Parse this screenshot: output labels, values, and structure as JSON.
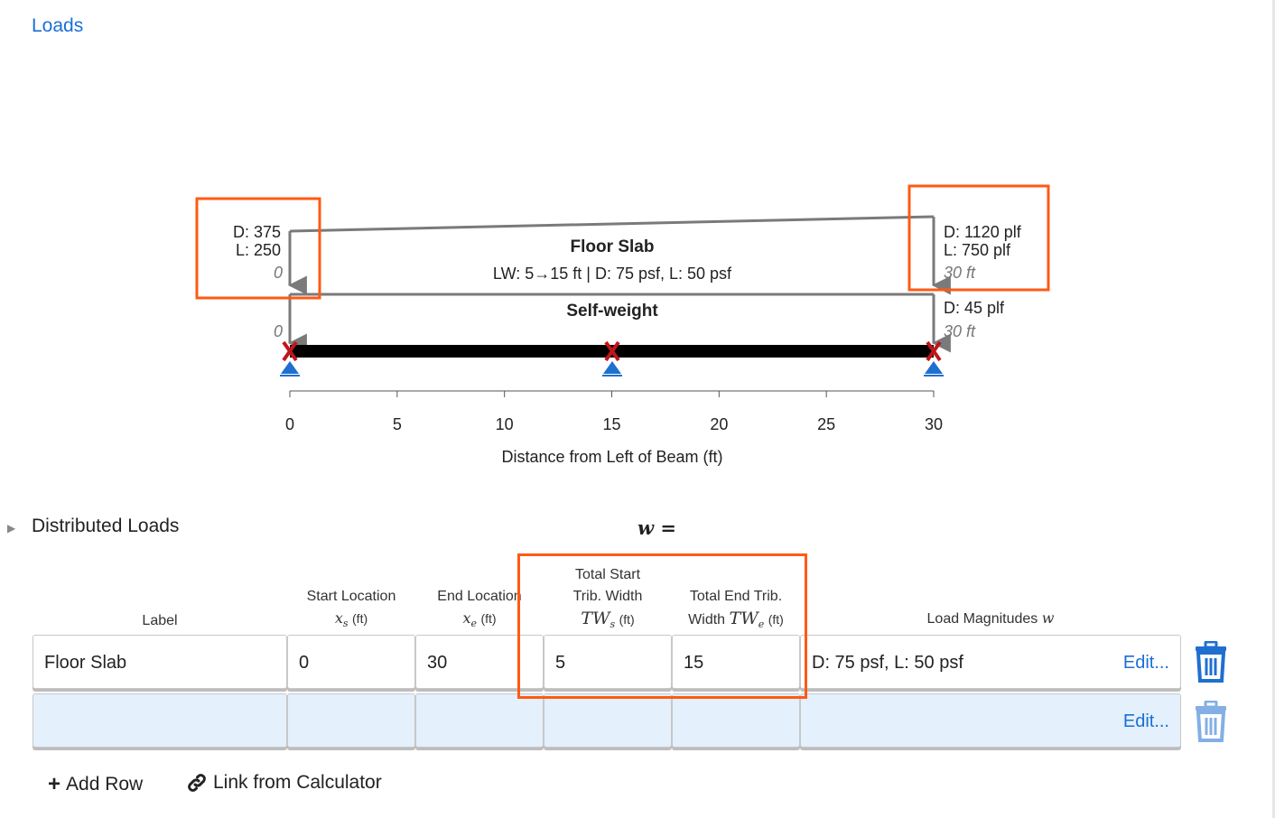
{
  "header": {
    "loads_link": "Loads"
  },
  "diagram": {
    "floor_slab": {
      "label": "Floor Slab",
      "desc": "LW: 5→15 ft | D: 75 psf, L: 50 psf",
      "left_d": "D: 375",
      "left_l": "L: 250",
      "left_pos": "0",
      "right_d": "D: 1120 plf",
      "right_l": "L: 750 plf",
      "right_pos": "30 ft"
    },
    "self_weight": {
      "label": "Self-weight",
      "left_pos": "0",
      "right_d": "D: 45 plf",
      "right_pos": "30 ft"
    },
    "axis": {
      "ticks": [
        "0",
        "5",
        "10",
        "15",
        "20",
        "25",
        "30"
      ],
      "label": "Distance from Left of Beam (ft)"
    },
    "colors": {
      "highlight": "#ff5a14",
      "support": "#1f6fd0",
      "support_x": "#c0161b",
      "beam": "#000000",
      "load": "#7a7a7a"
    }
  },
  "section": {
    "title": "Distributed Loads",
    "w_equals": "w ="
  },
  "table": {
    "headers": {
      "label": "Label",
      "start_loc": "Start Location",
      "start_var": "x",
      "start_sub": "s",
      "start_unit": "(ft)",
      "end_loc": "End Location",
      "end_var": "x",
      "end_sub": "e",
      "end_unit": "(ft)",
      "tw_start_1": "Total Start",
      "tw_start_2": "Trib. Width",
      "tw_start_var": "TW",
      "tw_start_sub": "s",
      "tw_start_unit": "(ft)",
      "tw_end_1": "Total End Trib.",
      "tw_end_2": "Width",
      "tw_end_var": "TW",
      "tw_end_sub": "e",
      "tw_end_unit": "(ft)",
      "mag": "Load Magnitudes",
      "mag_var": "w"
    },
    "rows": [
      {
        "label": "Floor Slab",
        "start": "0",
        "end": "30",
        "tw_start": "5",
        "tw_end": "15",
        "magnitudes": "D: 75 psf, L: 50 psf",
        "edit": "Edit..."
      },
      {
        "label": "",
        "start": "",
        "end": "",
        "tw_start": "",
        "tw_end": "",
        "magnitudes": "",
        "edit": "Edit..."
      }
    ]
  },
  "actions": {
    "add_row": "Add Row",
    "link_calc": "Link from Calculator"
  }
}
